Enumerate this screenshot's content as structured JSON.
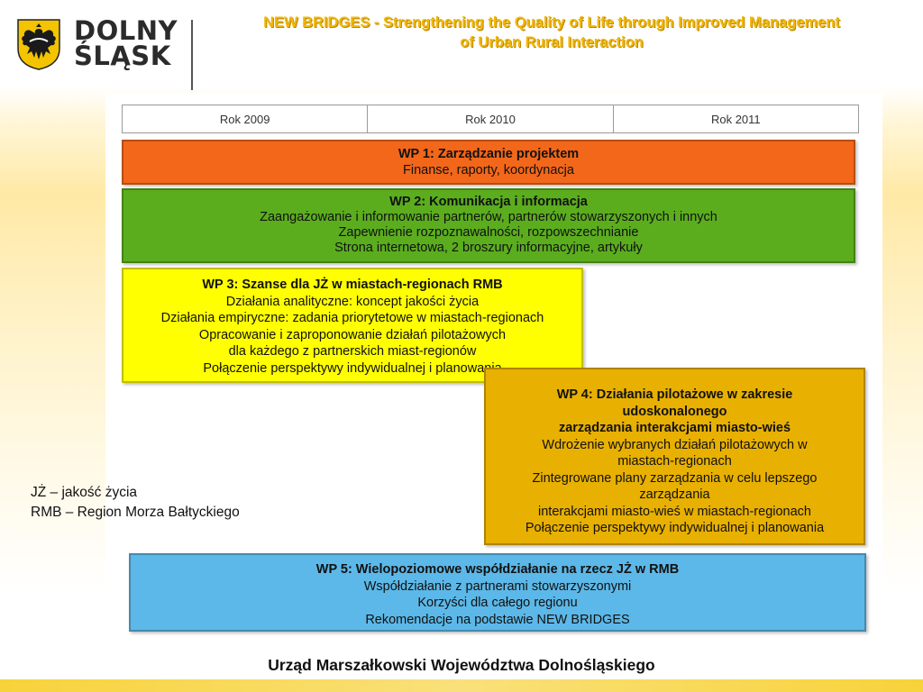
{
  "header": {
    "logo_line1": "DOLNY",
    "logo_line2": "ŚLĄSK",
    "title_line1": "NEW BRIDGES - Strengthening the Quality of Life through Improved Management",
    "title_line2": "of Urban Rural Interaction"
  },
  "timeline": {
    "years": [
      "Rok 2009",
      "Rok 2010",
      "Rok 2011"
    ]
  },
  "work_packages": {
    "wp1": {
      "title": "WP 1: Zarządzanie projektem",
      "lines": [
        "Finanse, raporty, koordynacja"
      ],
      "color": "#f2671a"
    },
    "wp2": {
      "title": "WP 2: Komunikacja i informacja",
      "lines": [
        "Zaangażowanie i informowanie partnerów, partnerów stowarzyszonych i innych",
        "Zapewnienie rozpoznawalności, rozpowszechnianie",
        "Strona internetowa, 2 broszury informacyjne, artykuły"
      ],
      "color": "#5bad1e"
    },
    "wp3": {
      "title": "WP 3: Szanse dla JŻ w miastach-regionach RMB",
      "lines": [
        "Działania analityczne: koncept jakości życia",
        "Działania empiryczne: zadania priorytetowe w miastach-regionach",
        "Opracowanie i zaproponowanie działań pilotażowych",
        "dla każdego z partnerskich miast-regionów",
        "Połączenie perspektywy indywidualnej i planowania"
      ],
      "color": "#ffff00"
    },
    "wp4": {
      "title_lines": [
        "WP 4: Działania pilotażowe w zakresie",
        "udoskonalonego",
        "zarządzania interakcjami miasto-wieś"
      ],
      "lines": [
        "Wdrożenie wybranych działań pilotażowych w",
        "miastach-regionach",
        "Zintegrowane plany zarządzania w celu lepszego",
        "zarządzania",
        "interakcjami miasto-wieś w miastach-regionach",
        "Połączenie perspektywy indywidualnej i planowania"
      ],
      "color": "#e8b000"
    },
    "wp5": {
      "title": "WP 5: Wielopoziomowe współdziałanie na rzecz JŻ w RMB",
      "lines": [
        "Współdziałanie z partnerami stowarzyszonymi",
        "Korzyści dla całego regionu",
        "Rekomendacje na podstawie NEW BRIDGES"
      ],
      "color": "#5cb8e8"
    }
  },
  "legend": {
    "line1": "JŻ – jakość życia",
    "line2": "RMB – Region Morza Bałtyckiego"
  },
  "footer": {
    "text": "Urząd Marszałkowski Województwa Dolnośląskiego"
  }
}
